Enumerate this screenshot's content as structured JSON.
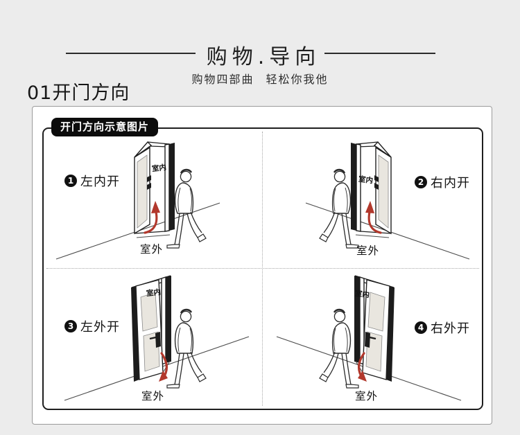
{
  "header": {
    "title": "购物.导向",
    "subtitle": "购物四部曲 轻松你我他"
  },
  "section": {
    "title": "01开门方向"
  },
  "panel": {
    "badge": "开门方向示意图片",
    "indoor_label": "室内",
    "outdoor_label": "室外",
    "quadrants": [
      {
        "num": "1",
        "label": "左内开",
        "direction": "left-inward"
      },
      {
        "num": "2",
        "label": "右内开",
        "direction": "right-inward"
      },
      {
        "num": "3",
        "label": "左外开",
        "direction": "left-outward"
      },
      {
        "num": "4",
        "label": "右外开",
        "direction": "right-outward"
      }
    ]
  },
  "colors": {
    "page_background": "#ececec",
    "panel_background": "#ffffff",
    "frame_border": "#1e1e1e",
    "badge_background": "#0c0c0c",
    "arrow_red": "#b2382c",
    "text": "#1f1f1f"
  }
}
